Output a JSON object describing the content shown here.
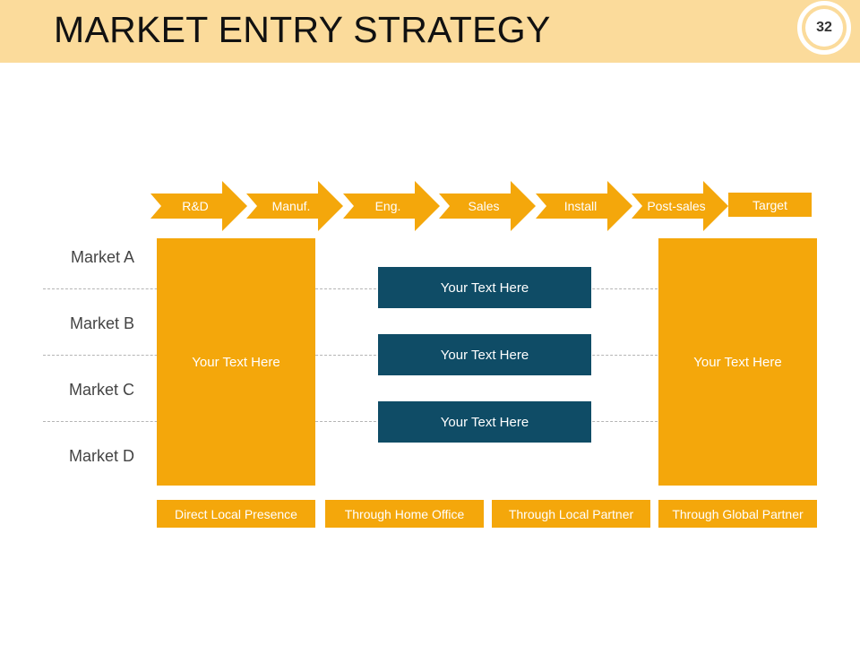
{
  "header": {
    "title": "MARKET ENTRY STRATEGY",
    "page_number": "32"
  },
  "stages": [
    {
      "label": "R&D"
    },
    {
      "label": "Manuf."
    },
    {
      "label": "Eng."
    },
    {
      "label": "Sales"
    },
    {
      "label": "Install"
    },
    {
      "label": "Post-sales"
    }
  ],
  "target_label": "Target",
  "markets": [
    "Market A",
    "Market B",
    "Market C",
    "Market D"
  ],
  "columns": {
    "left_text": "Your Text Here",
    "right_text": "Your Text Here"
  },
  "middle_boxes": [
    "Your Text Here",
    "Your Text Here",
    "Your Text Here"
  ],
  "entry_modes": [
    "Direct Local Presence",
    "Through Home Office",
    "Through Local Partner",
    "Through Global Partner"
  ],
  "colors": {
    "header": "#fbdb9b",
    "accent": "#f4a70b",
    "dark_box": "#0f4c66"
  }
}
